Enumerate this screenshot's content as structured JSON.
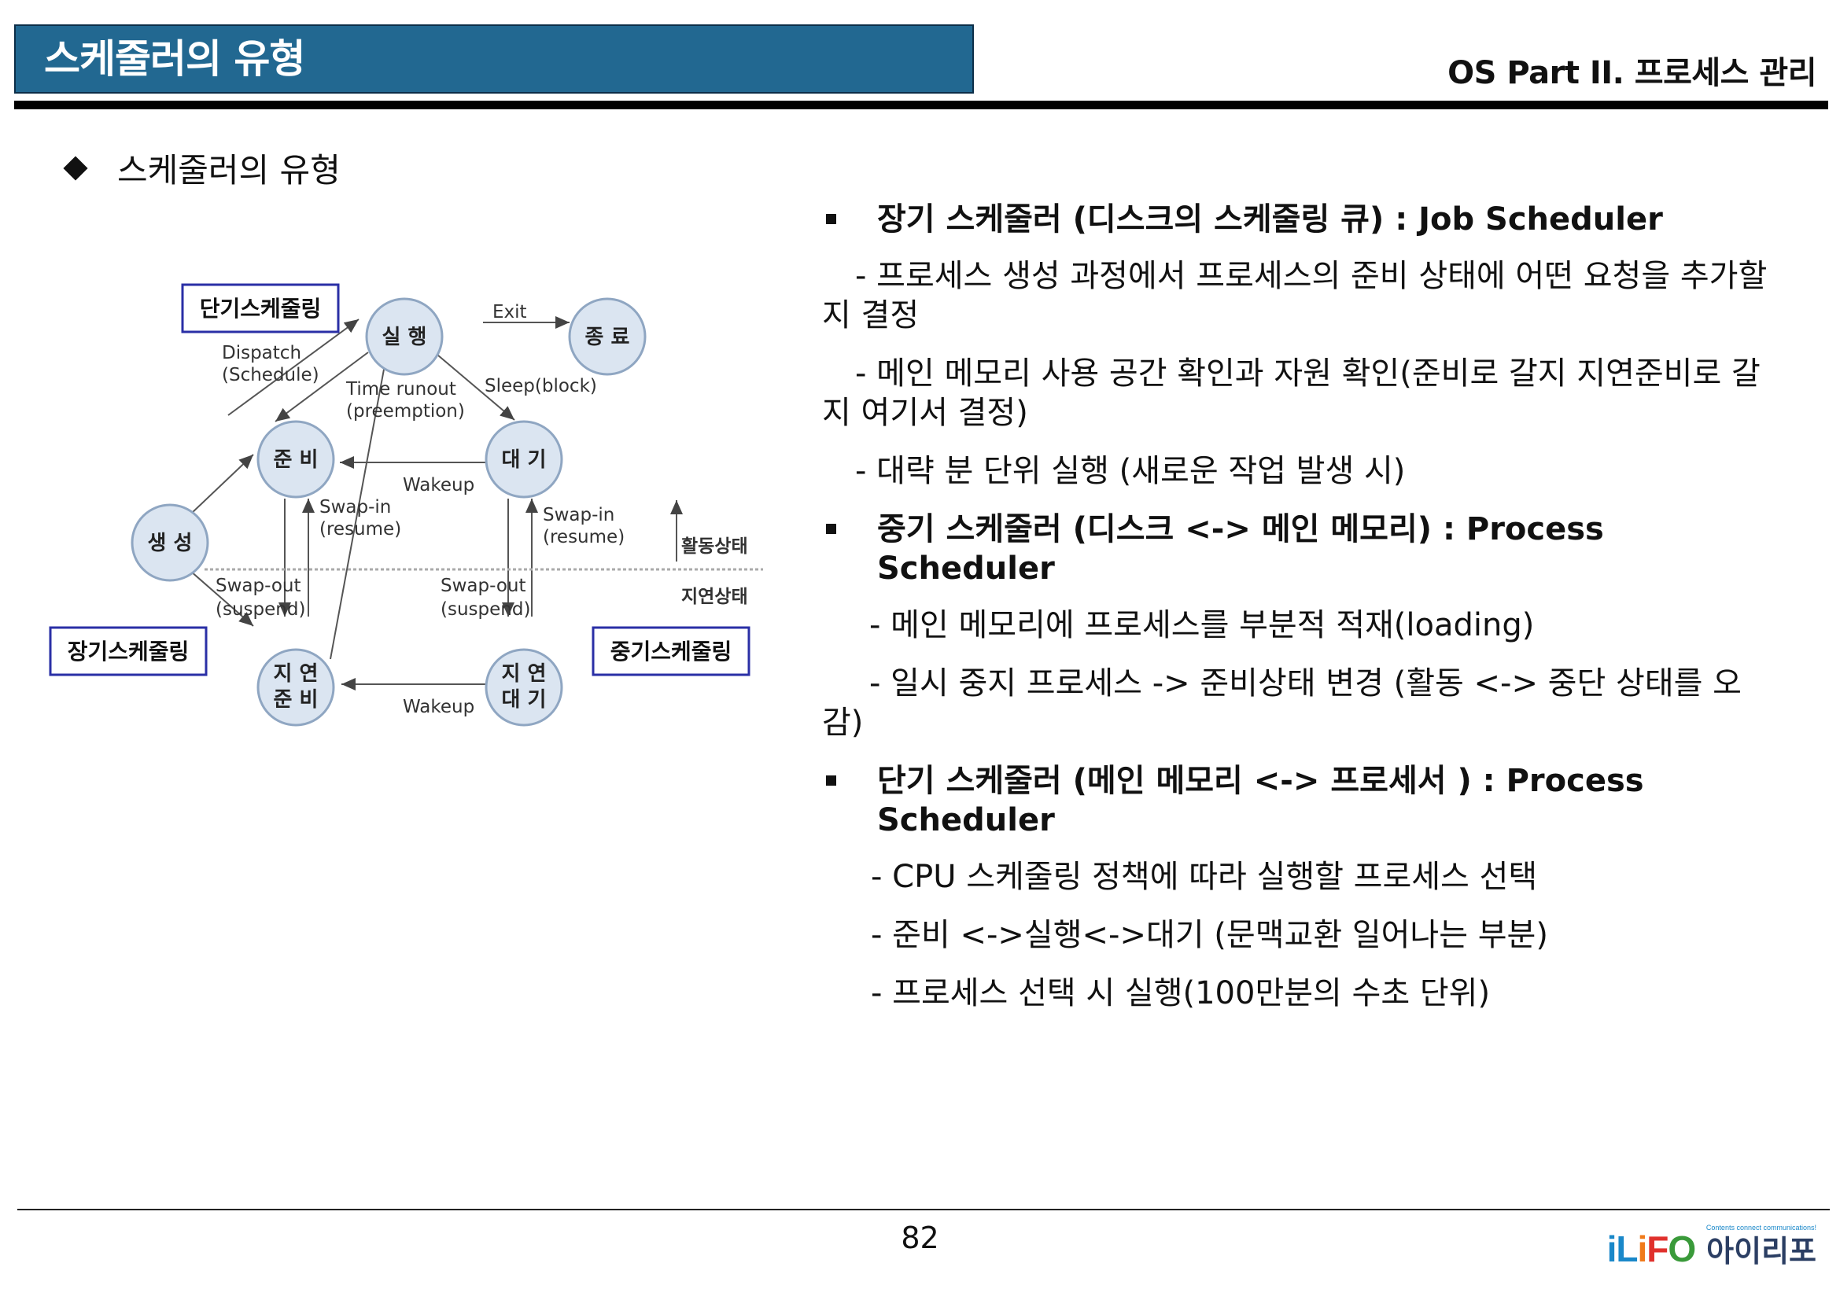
{
  "header": {
    "title": "스케줄러의 유형",
    "section": "OS Part II. 프로세스 관리"
  },
  "subheading": "스케줄러의 유형",
  "diagram": {
    "states": {
      "running": "실 행",
      "terminated": "종 료",
      "ready": "준 비",
      "waiting": "대 기",
      "created": "생 성",
      "suspended_ready_1": "지 연",
      "suspended_ready_2": "준 비",
      "suspended_wait_1": "지 연",
      "suspended_wait_2": "대 기"
    },
    "boxes": {
      "short_term": "단기스케줄링",
      "long_term": "장기스케줄링",
      "mid_term": "중기스케줄링"
    },
    "labels": {
      "exit": "Exit",
      "dispatch_1": "Dispatch",
      "dispatch_2": "(Schedule)",
      "timerunout_1": "Time runout",
      "timerunout_2": "(preemption)",
      "sleep": "Sleep(block)",
      "wakeup_top": "Wakeup",
      "swapin_left_1": "Swap-in",
      "swapin_left_2": "(resume)",
      "swapin_right_1": "Swap-in",
      "swapin_right_2": "(resume)",
      "swapout_left_1": "Swap-out",
      "swapout_left_2": "(suspend)",
      "swapout_right_1": "Swap-out",
      "swapout_right_2": "(suspend)",
      "wakeup_bottom": "Wakeup",
      "active_state": "활동상태",
      "delayed_state": "지연상태"
    }
  },
  "content": {
    "long_term": {
      "heading": "장기 스케줄러 (디스크의 스케줄링 큐) : Job Scheduler",
      "items": [
        "- 프로세스 생성 과정에서 프로세스의 준비 상태에 어떤 요청을 추가할지 결정",
        "- 메인 메모리 사용 공간 확인과 자원 확인(준비로 갈지 지연준비로 갈지 여기서 결정)",
        "- 대략 분 단위 실행 (새로운 작업 발생 시)"
      ]
    },
    "mid_term": {
      "heading": "중기 스케줄러 (디스크 <-> 메인 메모리) : Process Scheduler",
      "items": [
        "- 메인 메모리에 프로세스를 부분적 적재(loading)",
        "- 일시 중지 프로세스 -> 준비상태 변경 (활동 <-> 중단 상태를 오감)"
      ]
    },
    "short_term": {
      "heading": "단기 스케줄러 (메인 메모리 <-> 프로세서 ) : Process Scheduler",
      "items": [
        "- CPU 스케줄링 정책에 따라 실행할 프로세스 선택",
        "- 준비 <->실행<->대기 (문맥교환 일어나는 부분)",
        "- 프로세스 선택 시 실행(100만분의 수초 단위)"
      ]
    }
  },
  "footer": {
    "page_number": "82",
    "logo_text": "iLiFO",
    "logo_korean": "아이리포",
    "logo_tagline": "Contents connect communications!"
  },
  "colors": {
    "title_bg": "#226891",
    "state_fill": "#dbe5f1",
    "state_stroke": "#8fa6c2",
    "box_border": "#2a2fa6"
  }
}
